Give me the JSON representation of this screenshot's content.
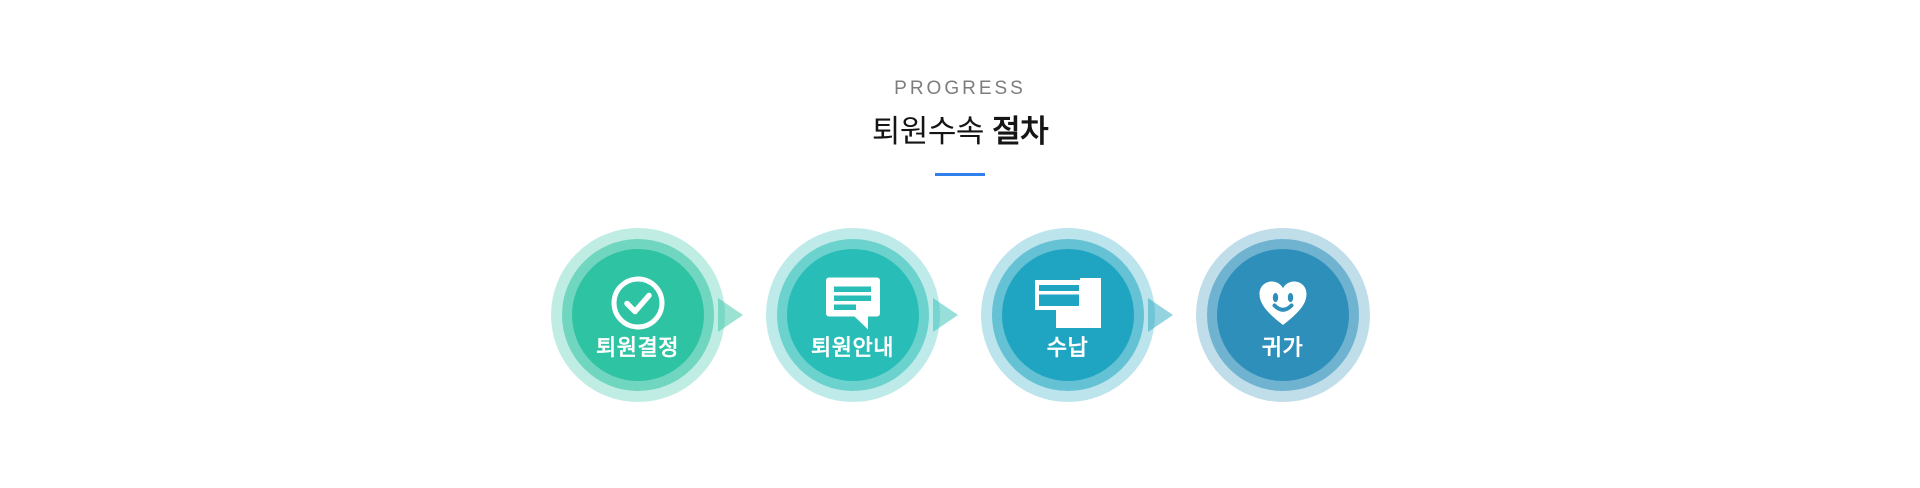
{
  "page": {
    "background": "#ffffff"
  },
  "header": {
    "eyebrow": "PROGRESS",
    "title_regular": "퇴원수속",
    "title_bold": "절차",
    "underline_color": "#2F80ED",
    "eyebrow_color": "#7d7d7d",
    "title_color": "#151515"
  },
  "steps": [
    {
      "label": "퇴원결정",
      "color": "#2EC3A3",
      "icon": "check-circle-icon"
    },
    {
      "label": "퇴원안내",
      "color": "#28BDB6",
      "icon": "speech-bubble-icon"
    },
    {
      "label": "수납",
      "color": "#1FA5C1",
      "icon": "payment-cards-icon"
    },
    {
      "label": "귀가",
      "color": "#2E8FBA",
      "icon": "heart-smile-icon"
    }
  ]
}
